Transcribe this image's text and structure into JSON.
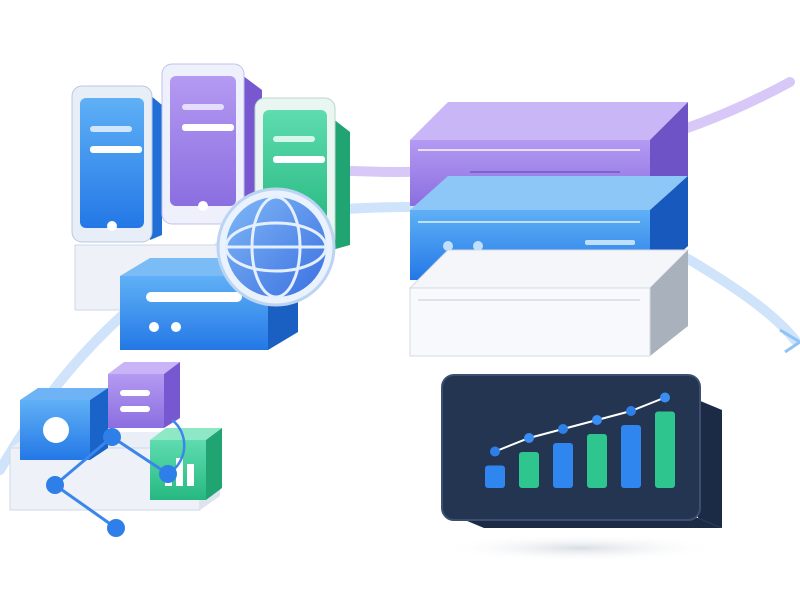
{
  "illustration": {
    "colors": {
      "purple": "#9b7ee8",
      "blue": "#2f86ee",
      "green": "#2fc58e",
      "dark_panel": "#243552",
      "light_flow": "#cfe4fb"
    },
    "elements": {
      "phone_left_icon": "mobile-device-icon",
      "phone_center_icon": "mobile-device-icon",
      "phone_right_icon": "mobile-device-icon",
      "globe_icon": "globe-icon",
      "network_icon": "network-nodes-icon",
      "chart_icon": "bar-chart-icon",
      "server_stack_icon": "server-stack-icon",
      "analytics_panel_icon": "analytics-panel-icon"
    },
    "analytics_chart": {
      "bars": [
        {
          "height_rel": 0.25,
          "color": "blue"
        },
        {
          "height_rel": 0.4,
          "color": "green"
        },
        {
          "height_rel": 0.5,
          "color": "blue"
        },
        {
          "height_rel": 0.6,
          "color": "green"
        },
        {
          "height_rel": 0.7,
          "color": "blue"
        },
        {
          "height_rel": 0.85,
          "color": "green"
        }
      ]
    }
  }
}
